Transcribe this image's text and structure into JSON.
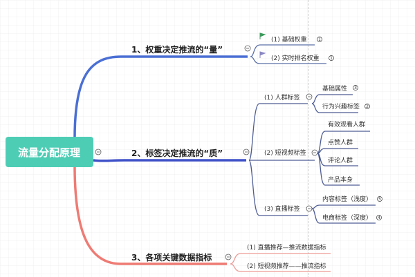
{
  "root": {
    "label": "流量分配原理",
    "color": "#4ecdb5"
  },
  "branches": [
    {
      "label": "1、权重决定推流的“量”",
      "color": "#4a6fd4",
      "children": [
        {
          "label": "(1) 基础权重",
          "flag": "green-flag-icon",
          "badge": "1"
        },
        {
          "label": "(2) 实时排名权重",
          "flag": "purple-flag-icon",
          "badge": "1"
        }
      ]
    },
    {
      "label": "2、标签决定推流的“质”",
      "color": "#3f51c8",
      "children": [
        {
          "label": "(1) 人群标签",
          "children": [
            {
              "label": "基础属性",
              "badge": "3"
            },
            {
              "label": "行为兴趣标签",
              "badge": "2"
            }
          ]
        },
        {
          "label": "(2) 短视频标签",
          "children": [
            {
              "label": "有效观看人群"
            },
            {
              "label": "点赞人群"
            },
            {
              "label": "评论人群"
            },
            {
              "label": "产品本身"
            }
          ]
        },
        {
          "label": "(3) 直播标签",
          "children": [
            {
              "label": "内容标签（浅度）",
              "badge": "5"
            },
            {
              "label": "电商标签（深度）",
              "badge": "4"
            }
          ]
        }
      ]
    },
    {
      "label": "3、各项关键数据指标",
      "color": "#ee7b74",
      "children": [
        {
          "label": "(1) 直播推荐—推流数据指标"
        },
        {
          "label": "(2) 短视频推荐——推流指标"
        }
      ]
    }
  ]
}
